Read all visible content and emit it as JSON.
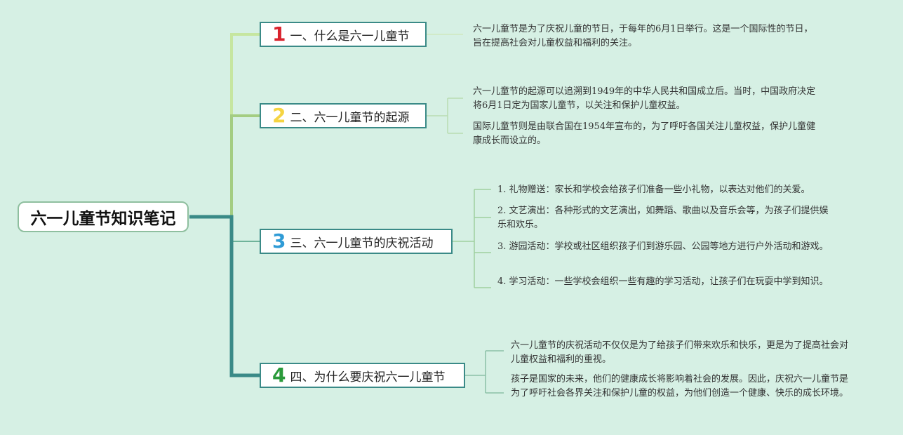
{
  "root": {
    "title": "六一儿童节知识笔记"
  },
  "colors": {
    "background": "#d6f0e4",
    "branch_1": "#c6e6a0",
    "branch_2": "#a4cd82",
    "branch_3": "#6fb39a",
    "branch_4": "#3a8a87",
    "num_1": "#d9232d",
    "num_2": "#f5d442",
    "num_3": "#2f9bd6",
    "num_4": "#2a9a3a"
  },
  "topics": [
    {
      "number": "1",
      "label": "一、什么是六一儿童节",
      "notes": [
        "六一儿童节是为了庆祝儿童的节日，于每年的6月1日举行。这是一个国际性的节日，旨在提高社会对儿童权益和福利的关注。"
      ]
    },
    {
      "number": "2",
      "label": "二、六一儿童节的起源",
      "notes": [
        "六一儿童节的起源可以追溯到1949年的中华人民共和国成立后。当时，中国政府决定将6月1日定为国家儿童节，以关注和保护儿童权益。",
        "国际儿童节则是由联合国在1954年宣布的，为了呼吁各国关注儿童权益，保护儿童健康成长而设立的。"
      ]
    },
    {
      "number": "3",
      "label": "三、六一儿童节的庆祝活动",
      "notes": [
        "1. 礼物赠送：家长和学校会给孩子们准备一些小礼物，以表达对他们的关爱。",
        "2. 文艺演出：各种形式的文艺演出，如舞蹈、歌曲以及音乐会等，为孩子们提供娱乐和欢乐。",
        "3. 游园活动：学校或社区组织孩子们到游乐园、公园等地方进行户外活动和游戏。",
        "4. 学习活动：一些学校会组织一些有趣的学习活动，让孩子们在玩耍中学到知识。"
      ]
    },
    {
      "number": "4",
      "label": "四、为什么要庆祝六一儿童节",
      "notes": [
        "六一儿童节的庆祝活动不仅仅是为了给孩子们带来欢乐和快乐，更是为了提高社会对儿童权益和福利的重视。",
        "孩子是国家的未来，他们的健康成长将影响着社会的发展。因此，庆祝六一儿童节是为了呼吁社会各界关注和保护儿童的权益，为他们创造一个健康、快乐的成长环境。"
      ]
    }
  ]
}
